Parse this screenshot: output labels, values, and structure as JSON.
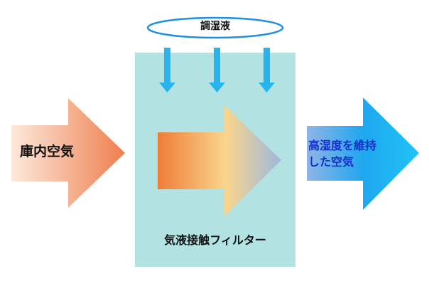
{
  "diagram": {
    "solution_label": "調湿液",
    "inlet_label": "庫内空気",
    "outlet_label_line1": "高湿度を維持",
    "outlet_label_line2": "した空気",
    "filter_label": "気液接触フィルター"
  },
  "colors": {
    "filter_box": "#b2e3e2",
    "down_arrows": "#27b4ee",
    "ellipse_stroke": "#1f8fe0",
    "inlet_arrow_gradient": [
      "#fde9dc",
      "#ef7f4e"
    ],
    "center_arrow_gradient": [
      "#ee7d38",
      "#fbd58c",
      "#9cb8de"
    ],
    "outlet_arrow_gradient": [
      "#8fb5e6",
      "#1fa7ef",
      "#1fc4f6"
    ],
    "outlet_text": "#1530c8"
  },
  "icons": {
    "down_arrow": "down-arrow-icon"
  }
}
